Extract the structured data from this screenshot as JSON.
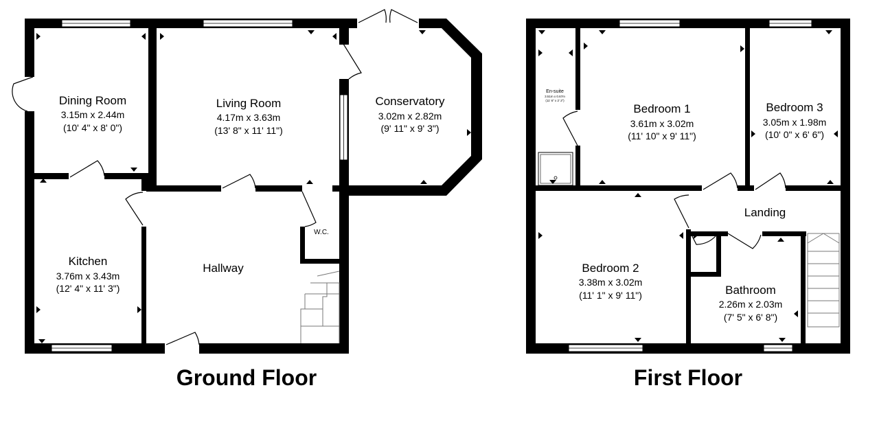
{
  "floors": {
    "ground": {
      "title": "Ground Floor",
      "rooms": {
        "dining": {
          "name": "Dining Room",
          "metric": "3.15m x 2.44m",
          "imperial": "(10' 4\" x 8' 0\")"
        },
        "living": {
          "name": "Living Room",
          "metric": "4.17m x 3.63m",
          "imperial": "(13' 8\" x 11' 11\")"
        },
        "conservatory": {
          "name": "Conservatory",
          "metric": "3.02m x 2.82m",
          "imperial": "(9' 11\" x 9' 3\")"
        },
        "kitchen": {
          "name": "Kitchen",
          "metric": "3.76m x 3.43m",
          "imperial": "(12' 4\" x 11' 3\")"
        },
        "hallway": {
          "name": "Hallway"
        },
        "wc": {
          "name": "W.C."
        }
      }
    },
    "first": {
      "title": "First Floor",
      "rooms": {
        "ensuite": {
          "name": "En-suite",
          "metric": "3.51m x 0.67m",
          "imperial": "(11' 6\" x 2' 2\")"
        },
        "bedroom1": {
          "name": "Bedroom 1",
          "metric": "3.61m x 3.02m",
          "imperial": "(11' 10\" x 9' 11\")"
        },
        "bedroom3": {
          "name": "Bedroom 3",
          "metric": "3.05m x 1.98m",
          "imperial": "(10' 0\" x 6' 6\")"
        },
        "landing": {
          "name": "Landing"
        },
        "bedroom2": {
          "name": "Bedroom 2",
          "metric": "3.38m x 3.02m",
          "imperial": "(11' 1\" x 9' 11\")"
        },
        "bathroom": {
          "name": "Bathroom",
          "metric": "2.26m x 2.03m",
          "imperial": "(7' 5\" x 6' 8\")"
        }
      }
    }
  }
}
